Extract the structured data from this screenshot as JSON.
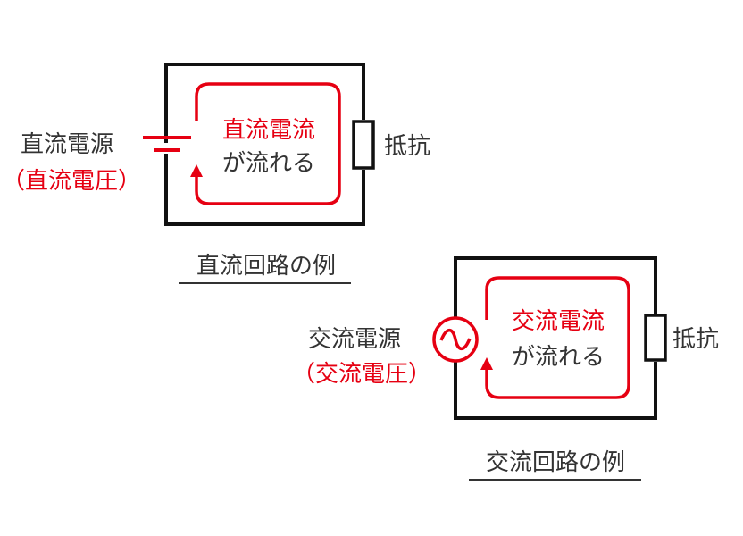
{
  "colors": {
    "accent": "#e60012",
    "text": "#333333",
    "wire": "#111111"
  },
  "dc_circuit": {
    "source_label": "直流電源",
    "source_sub_label": "（直流電圧）",
    "current_line1": "直流電流",
    "current_line2": "が流れる",
    "resistor_label": "抵抗",
    "caption": "直流回路の例"
  },
  "ac_circuit": {
    "source_label": "交流電源",
    "source_sub_label": "（交流電圧）",
    "current_line1": "交流電流",
    "current_line2": "が流れる",
    "resistor_label": "抵抗",
    "caption": "交流回路の例",
    "source_symbol": "sine-wave-icon"
  }
}
